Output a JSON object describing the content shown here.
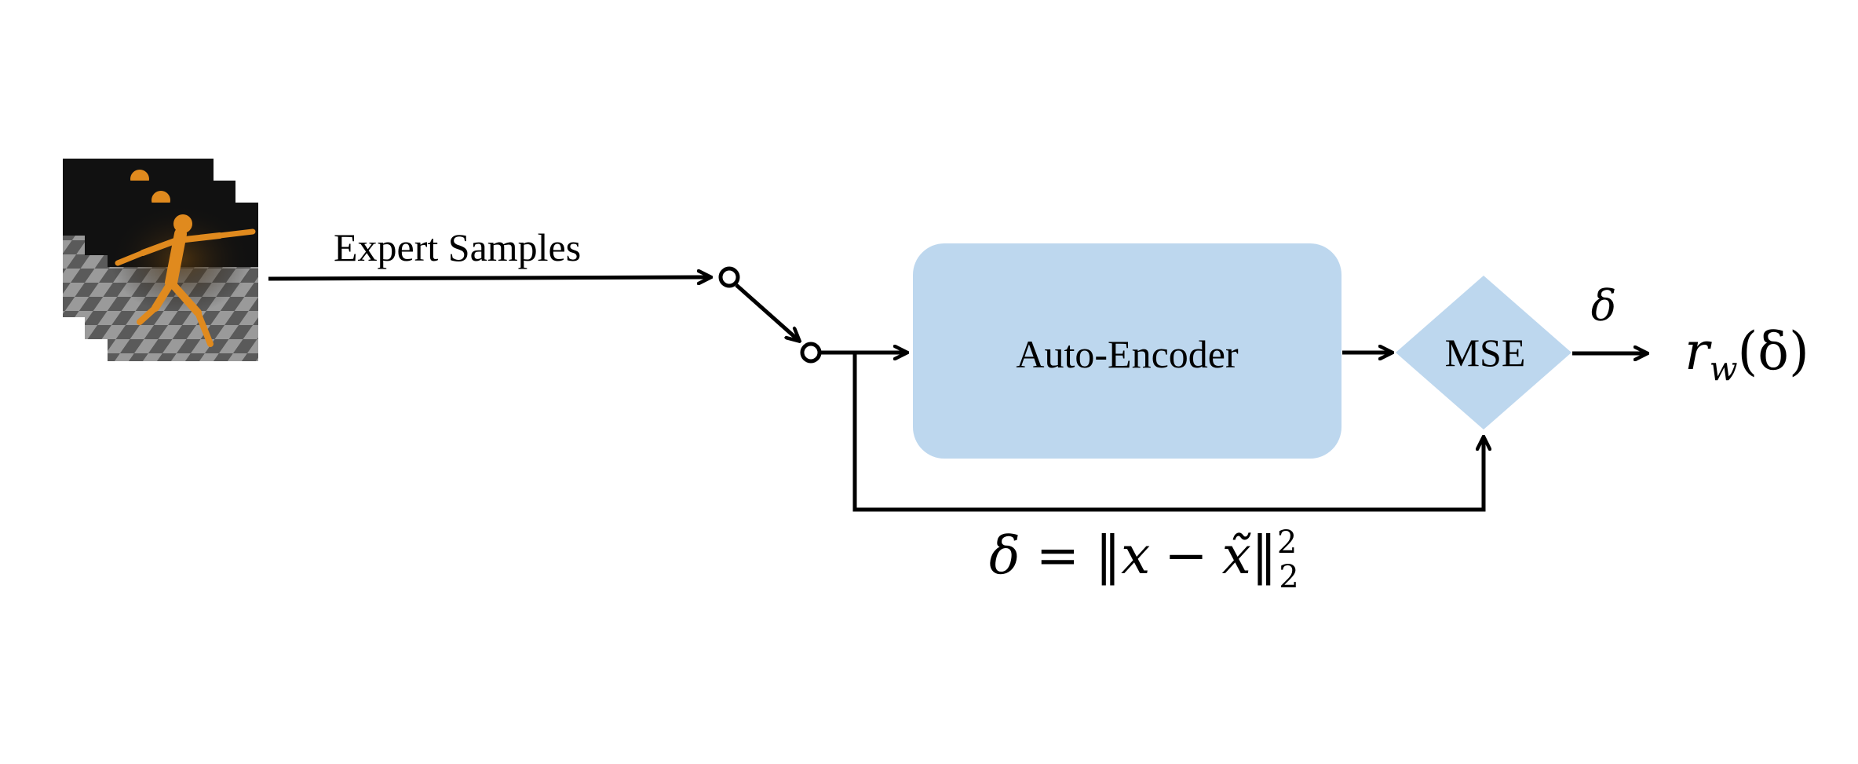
{
  "labels": {
    "input": "Expert Samples",
    "autoencoder": "Auto-Encoder",
    "mse": "MSE",
    "delta": "δ",
    "reward": {
      "r": "r",
      "w": "w",
      "arg": "(δ)"
    },
    "equation": {
      "lhs": "δ",
      "eq": "=",
      "norm_open": "‖",
      "x": "x",
      "minus": "−",
      "xtilde": "x̃",
      "norm_close": "‖",
      "sup": "2",
      "sub": "2"
    }
  },
  "colors": {
    "block_fill": "#bdd7ee",
    "line": "#000000",
    "frame_bg": "#111111",
    "figure": "#e08a1e",
    "floor_light": "#9a9a9a",
    "floor_dark": "#5a5a5a"
  },
  "icons": {
    "switch": "switch-icon",
    "frames": "humanoid-frames-icon"
  }
}
